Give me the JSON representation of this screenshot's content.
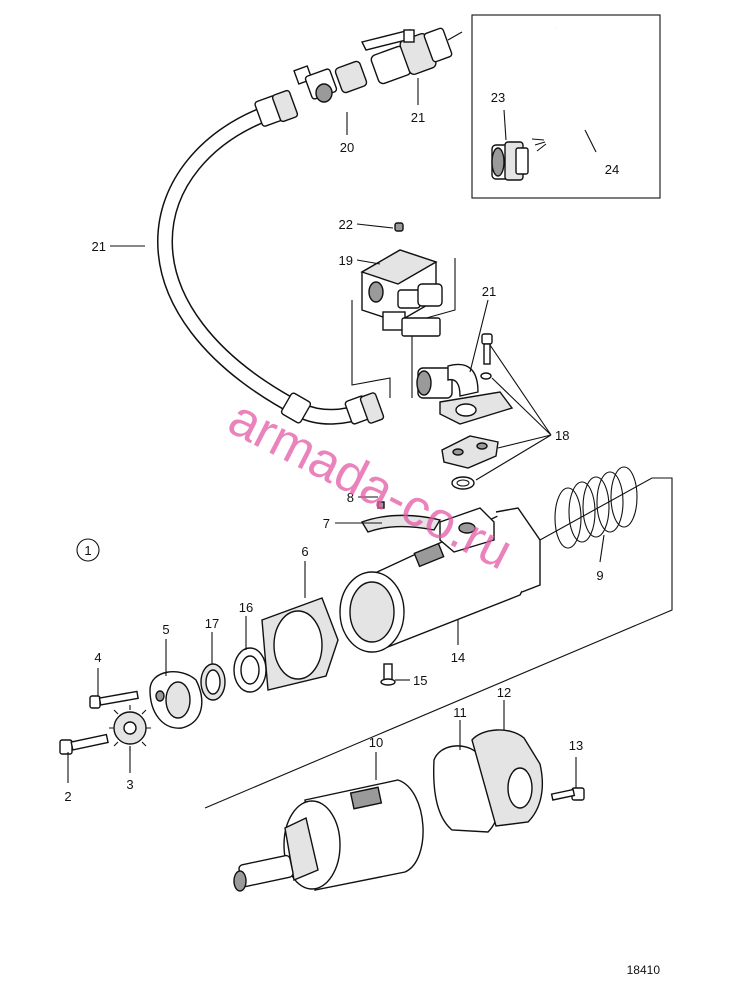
{
  "labels": {
    "p1": "1",
    "p2": "2",
    "p3": "3",
    "p4": "4",
    "p5": "5",
    "p6": "6",
    "p7": "7",
    "p8": "8",
    "p9": "9",
    "p10": "10",
    "p11": "11",
    "p12": "12",
    "p13": "13",
    "p14": "14",
    "p15": "15",
    "p16": "16",
    "p17": "17",
    "p18": "18",
    "p19": "19",
    "p20": "20",
    "p21a": "21",
    "p21b": "21",
    "p21c": "21",
    "p22": "22",
    "p23": "23",
    "p24": "24"
  },
  "watermark": "armada-co.ru",
  "reference_number": "18410"
}
